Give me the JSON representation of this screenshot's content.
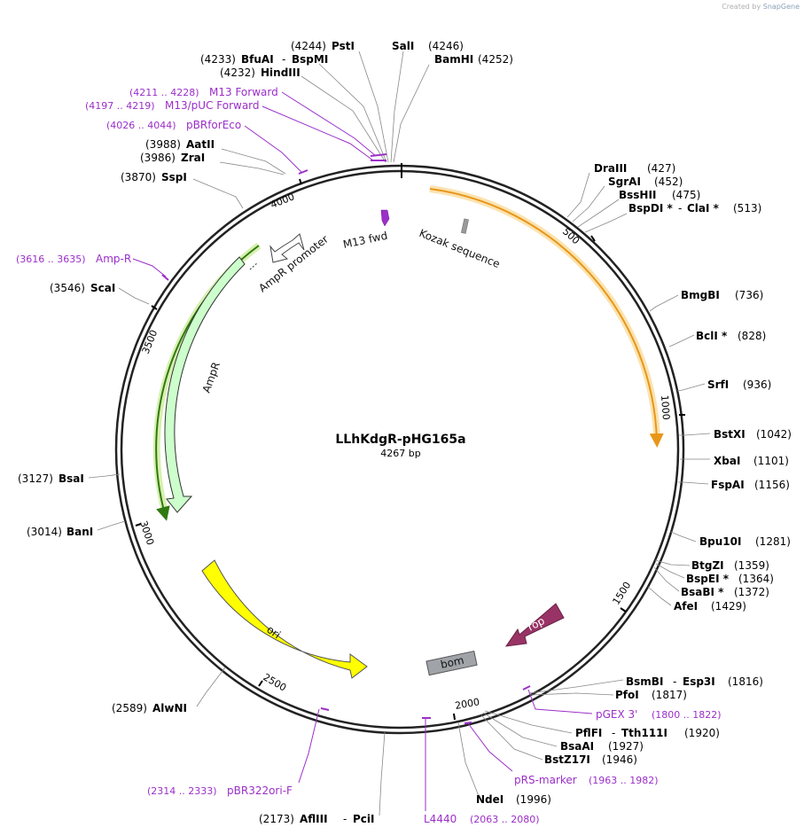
{
  "credit": {
    "text": "Created by",
    "brand": "SnapGene"
  },
  "title": "LLhKdgR-pHG165a",
  "length_label": "4267 bp",
  "total_bp": 4267,
  "ticks": [
    "500",
    "1000",
    "1500",
    "2000",
    "2500",
    "3000",
    "3500",
    "4000"
  ],
  "enzymes": [
    {
      "pos": "(4244)",
      "name": "PstI"
    },
    {
      "pos": "(4246)",
      "name": "SalI"
    },
    {
      "pos": "(4233)",
      "name": "BfuAI",
      "name2": "BspMI"
    },
    {
      "pos": "(4252)",
      "name": "BamHI"
    },
    {
      "pos": "(4232)",
      "name": "HindIII"
    },
    {
      "pos": "(3988)",
      "name": "AatII"
    },
    {
      "pos": "(3986)",
      "name": "ZraI"
    },
    {
      "pos": "(3870)",
      "name": "SspI"
    },
    {
      "pos": "(427)",
      "name": "DraIII"
    },
    {
      "pos": "(452)",
      "name": "SgrAI"
    },
    {
      "pos": "(475)",
      "name": "BssHII"
    },
    {
      "pos": "(513)",
      "name": "BspDI *",
      "name2": "ClaI *"
    },
    {
      "pos": "(736)",
      "name": "BmgBI"
    },
    {
      "pos": "(828)",
      "name": "BclI *"
    },
    {
      "pos": "(936)",
      "name": "SrfI"
    },
    {
      "pos": "(1042)",
      "name": "BstXI"
    },
    {
      "pos": "(1101)",
      "name": "XbaI"
    },
    {
      "pos": "(1156)",
      "name": "FspAI"
    },
    {
      "pos": "(1281)",
      "name": "Bpu10I"
    },
    {
      "pos": "(1359)",
      "name": "BtgZI"
    },
    {
      "pos": "(1364)",
      "name": "BspEI *"
    },
    {
      "pos": "(1372)",
      "name": "BsaBI *"
    },
    {
      "pos": "(1429)",
      "name": "AfeI"
    },
    {
      "pos": "(1816)",
      "name": "BsmBI",
      "name2": "Esp3I"
    },
    {
      "pos": "(1817)",
      "name": "PfoI"
    },
    {
      "pos": "(1920)",
      "name": "PflFI",
      "name2": "Tth111I"
    },
    {
      "pos": "(1927)",
      "name": "BsaAI"
    },
    {
      "pos": "(1946)",
      "name": "BstZ17I"
    },
    {
      "pos": "(1996)",
      "name": "NdeI"
    },
    {
      "pos": "(2173)",
      "name": "AflIII",
      "name2": "PciI"
    },
    {
      "pos": "(2589)",
      "name": "AlwNI"
    },
    {
      "pos": "(3014)",
      "name": "BanI"
    },
    {
      "pos": "(3127)",
      "name": "BsaI"
    },
    {
      "pos": "(3546)",
      "name": "ScaI"
    }
  ],
  "primers": [
    {
      "range": "(4211 .. 4228)",
      "name": "M13 Forward"
    },
    {
      "range": "(4197 .. 4219)",
      "name": "M13/pUC Forward"
    },
    {
      "range": "(4026 .. 4044)",
      "name": "pBRforEco"
    },
    {
      "range": "(3616 .. 3635)",
      "name": "Amp-R"
    },
    {
      "name": "pGEX 3'",
      "range": "(1800 .. 1822)"
    },
    {
      "name": "pRS-marker",
      "range": "(1963 .. 1982)"
    },
    {
      "name": "L4440",
      "range": "(2063 .. 2080)"
    },
    {
      "range": "(2314 .. 2333)",
      "name": "pBR322ori-F"
    }
  ],
  "features": {
    "m13fwd": "M13 fwd",
    "kozak": "Kozak sequence",
    "amp_promoter": "AmpR promoter",
    "ampr": "AmpR",
    "ori": "ori",
    "rop": "rop",
    "bom": "bom"
  },
  "colors": {
    "orf": "#e8961a",
    "orf_glow": "#fbe3b0",
    "ampr_orf": "#4a9a1a",
    "ampr_orf_glow": "#d8f0b0",
    "ampr_fill": "#ccffcc",
    "ori_fill": "#ffff00",
    "rop_fill": "#993366",
    "bom_fill": "#a0a4a8",
    "primer": "#9b2fc9",
    "kozak": "#999999"
  }
}
